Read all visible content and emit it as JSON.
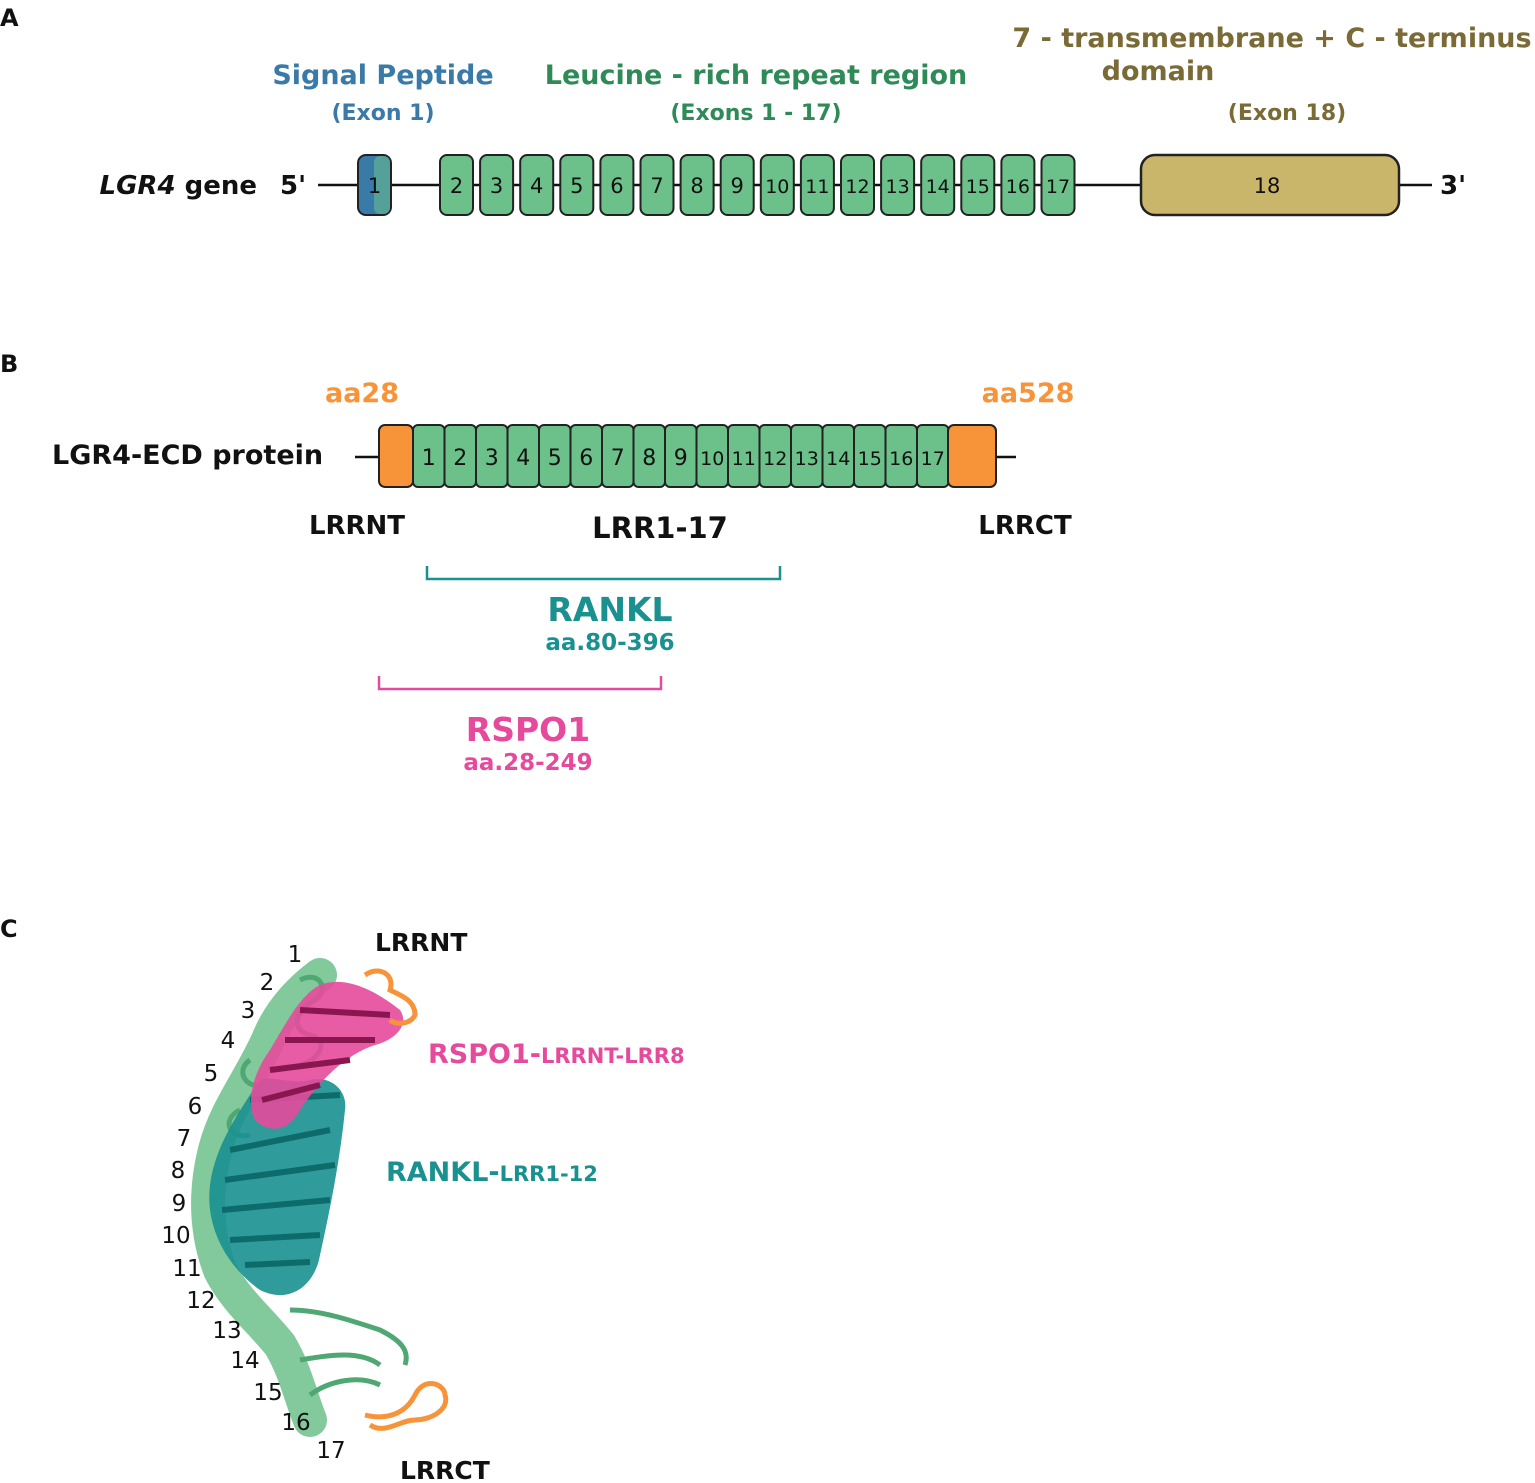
{
  "colors": {
    "signal": "#3a7aa8",
    "lrr": "#6cc08a",
    "lrr_text": "#2e8b57",
    "tm": "#c9b66a",
    "tm_text": "#7a6a35",
    "orange": "#f7943a",
    "rankl": "#1a9090",
    "rspo1": "#e54a9c",
    "black": "#111111"
  },
  "panelA": {
    "letter": "A",
    "gene_name": "LGR4",
    "gene_suffix": " gene",
    "five_prime": "5'",
    "three_prime": "3'",
    "signal_title": "Signal Peptide",
    "signal_sub": "(Exon 1)",
    "lrr_title": "Leucine - rich repeat region",
    "lrr_sub": "(Exons 1 - 17)",
    "tm_title_1": "7 - transmembrane + C - terminus",
    "tm_title_2": "domain",
    "tm_sub": "(Exon 18)",
    "exons": [
      "1",
      "2",
      "3",
      "4",
      "5",
      "6",
      "7",
      "8",
      "9",
      "10",
      "11",
      "12",
      "13",
      "14",
      "15",
      "16",
      "17"
    ],
    "exon18": "18"
  },
  "panelB": {
    "letter": "B",
    "protein_label": "LGR4-ECD protein",
    "aa_start": "aa28",
    "aa_end": "aa528",
    "lrrnt": "LRRNT",
    "lrr_range": "LRR1-17",
    "lrrct": "LRRCT",
    "repeats": [
      "1",
      "2",
      "3",
      "4",
      "5",
      "6",
      "7",
      "8",
      "9",
      "10",
      "11",
      "12",
      "13",
      "14",
      "15",
      "16",
      "17"
    ],
    "rankl_name": "RANKL",
    "rankl_range": "aa.80-396",
    "rspo1_name": "RSPO1",
    "rspo1_range": "aa.28-249"
  },
  "panelC": {
    "letter": "C",
    "lrrnt": "LRRNT",
    "lrrct": "LRRCT",
    "rspo1_main": "RSPO1-",
    "rspo1_sub": "LRRNT-LRR8",
    "rankl_main": "RANKL-",
    "rankl_sub": "LRR1-12",
    "numbers": [
      "1",
      "2",
      "3",
      "4",
      "5",
      "6",
      "7",
      "8",
      "9",
      "10",
      "11",
      "12",
      "13",
      "14",
      "15",
      "16",
      "17"
    ]
  }
}
